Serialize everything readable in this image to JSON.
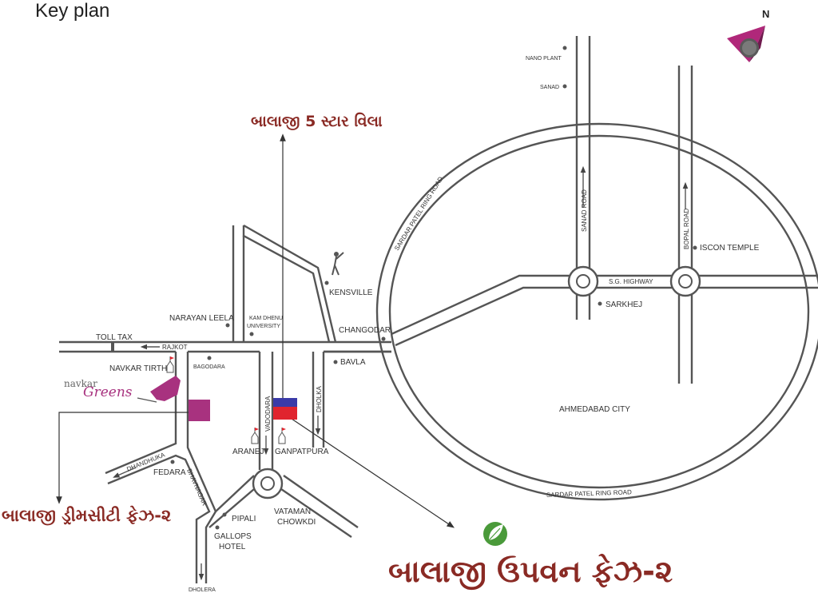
{
  "title": "Key plan",
  "compass": {
    "label": "N",
    "accent": "#b0287a"
  },
  "projects": {
    "villa": {
      "name": "બાલાજી 5 સ્ટાર વિલા",
      "color": "#8a2a24"
    },
    "dreamcity": {
      "name": "બાલાજી ડ્રીમસીટી ફેઝ-૨",
      "color": "#8a2a24"
    },
    "upvan": {
      "name": "બાલાજી ઉપવન ફેઝ-૨",
      "color": "#8a2a24"
    }
  },
  "brand": {
    "name_top": "navkar",
    "name_script": "Greens",
    "color": "#a8327f"
  },
  "markers": {
    "purple": "#a8327f",
    "blue": "#3a3aa8",
    "red": "#e0242e",
    "leaf": "#4a9a3a"
  },
  "labels": {
    "nano_plant": "NANO PLANT",
    "sanad": "SANAD",
    "sanad_road": "SANAD ROAD",
    "bopal_road": "BOPAL ROAD",
    "iscon_temple": "ISCON TEMPLE",
    "sg_highway": "S.G. HIGHWAY",
    "sarkhej": "SARKHEJ",
    "sardar_patel_ring_road_top": "SARDAR PATEL RING ROAD",
    "sardar_patel_ring_road_bottom": "SARDAR PATEL RING ROAD",
    "ahmedabad_city": "AHMEDABAD CITY",
    "kensville": "KENSVILLE",
    "changodar": "CHANGODAR",
    "bavla": "BAVLA",
    "dholka": "DHOLKA",
    "narayan_leela": "NARAYAN LEELA",
    "kam_dhenu_1": "KAM DHENU",
    "kam_dhenu_2": "UNIVERSITY",
    "toll_tax": "TOLL TAX",
    "rajkot": "RAJKOT",
    "navkar_tirth": "NAVKAR TIRTH",
    "bagodara": "BAGODARA",
    "vadodara": "VADODARA",
    "aranej": "ARANEJ",
    "ganpatpura": "GANPATPURA",
    "dhandhuka": "DHANDHUKA",
    "fedara": "FEDARA",
    "bhavnagar": "BHAVNAGAR",
    "pipali": "PIPALI",
    "vataman_1": "VATAMAN",
    "vataman_2": "CHOWKDI",
    "gallops_1": "GALLOPS",
    "gallops_2": "HOTEL",
    "dholera": "DHOLERA"
  }
}
